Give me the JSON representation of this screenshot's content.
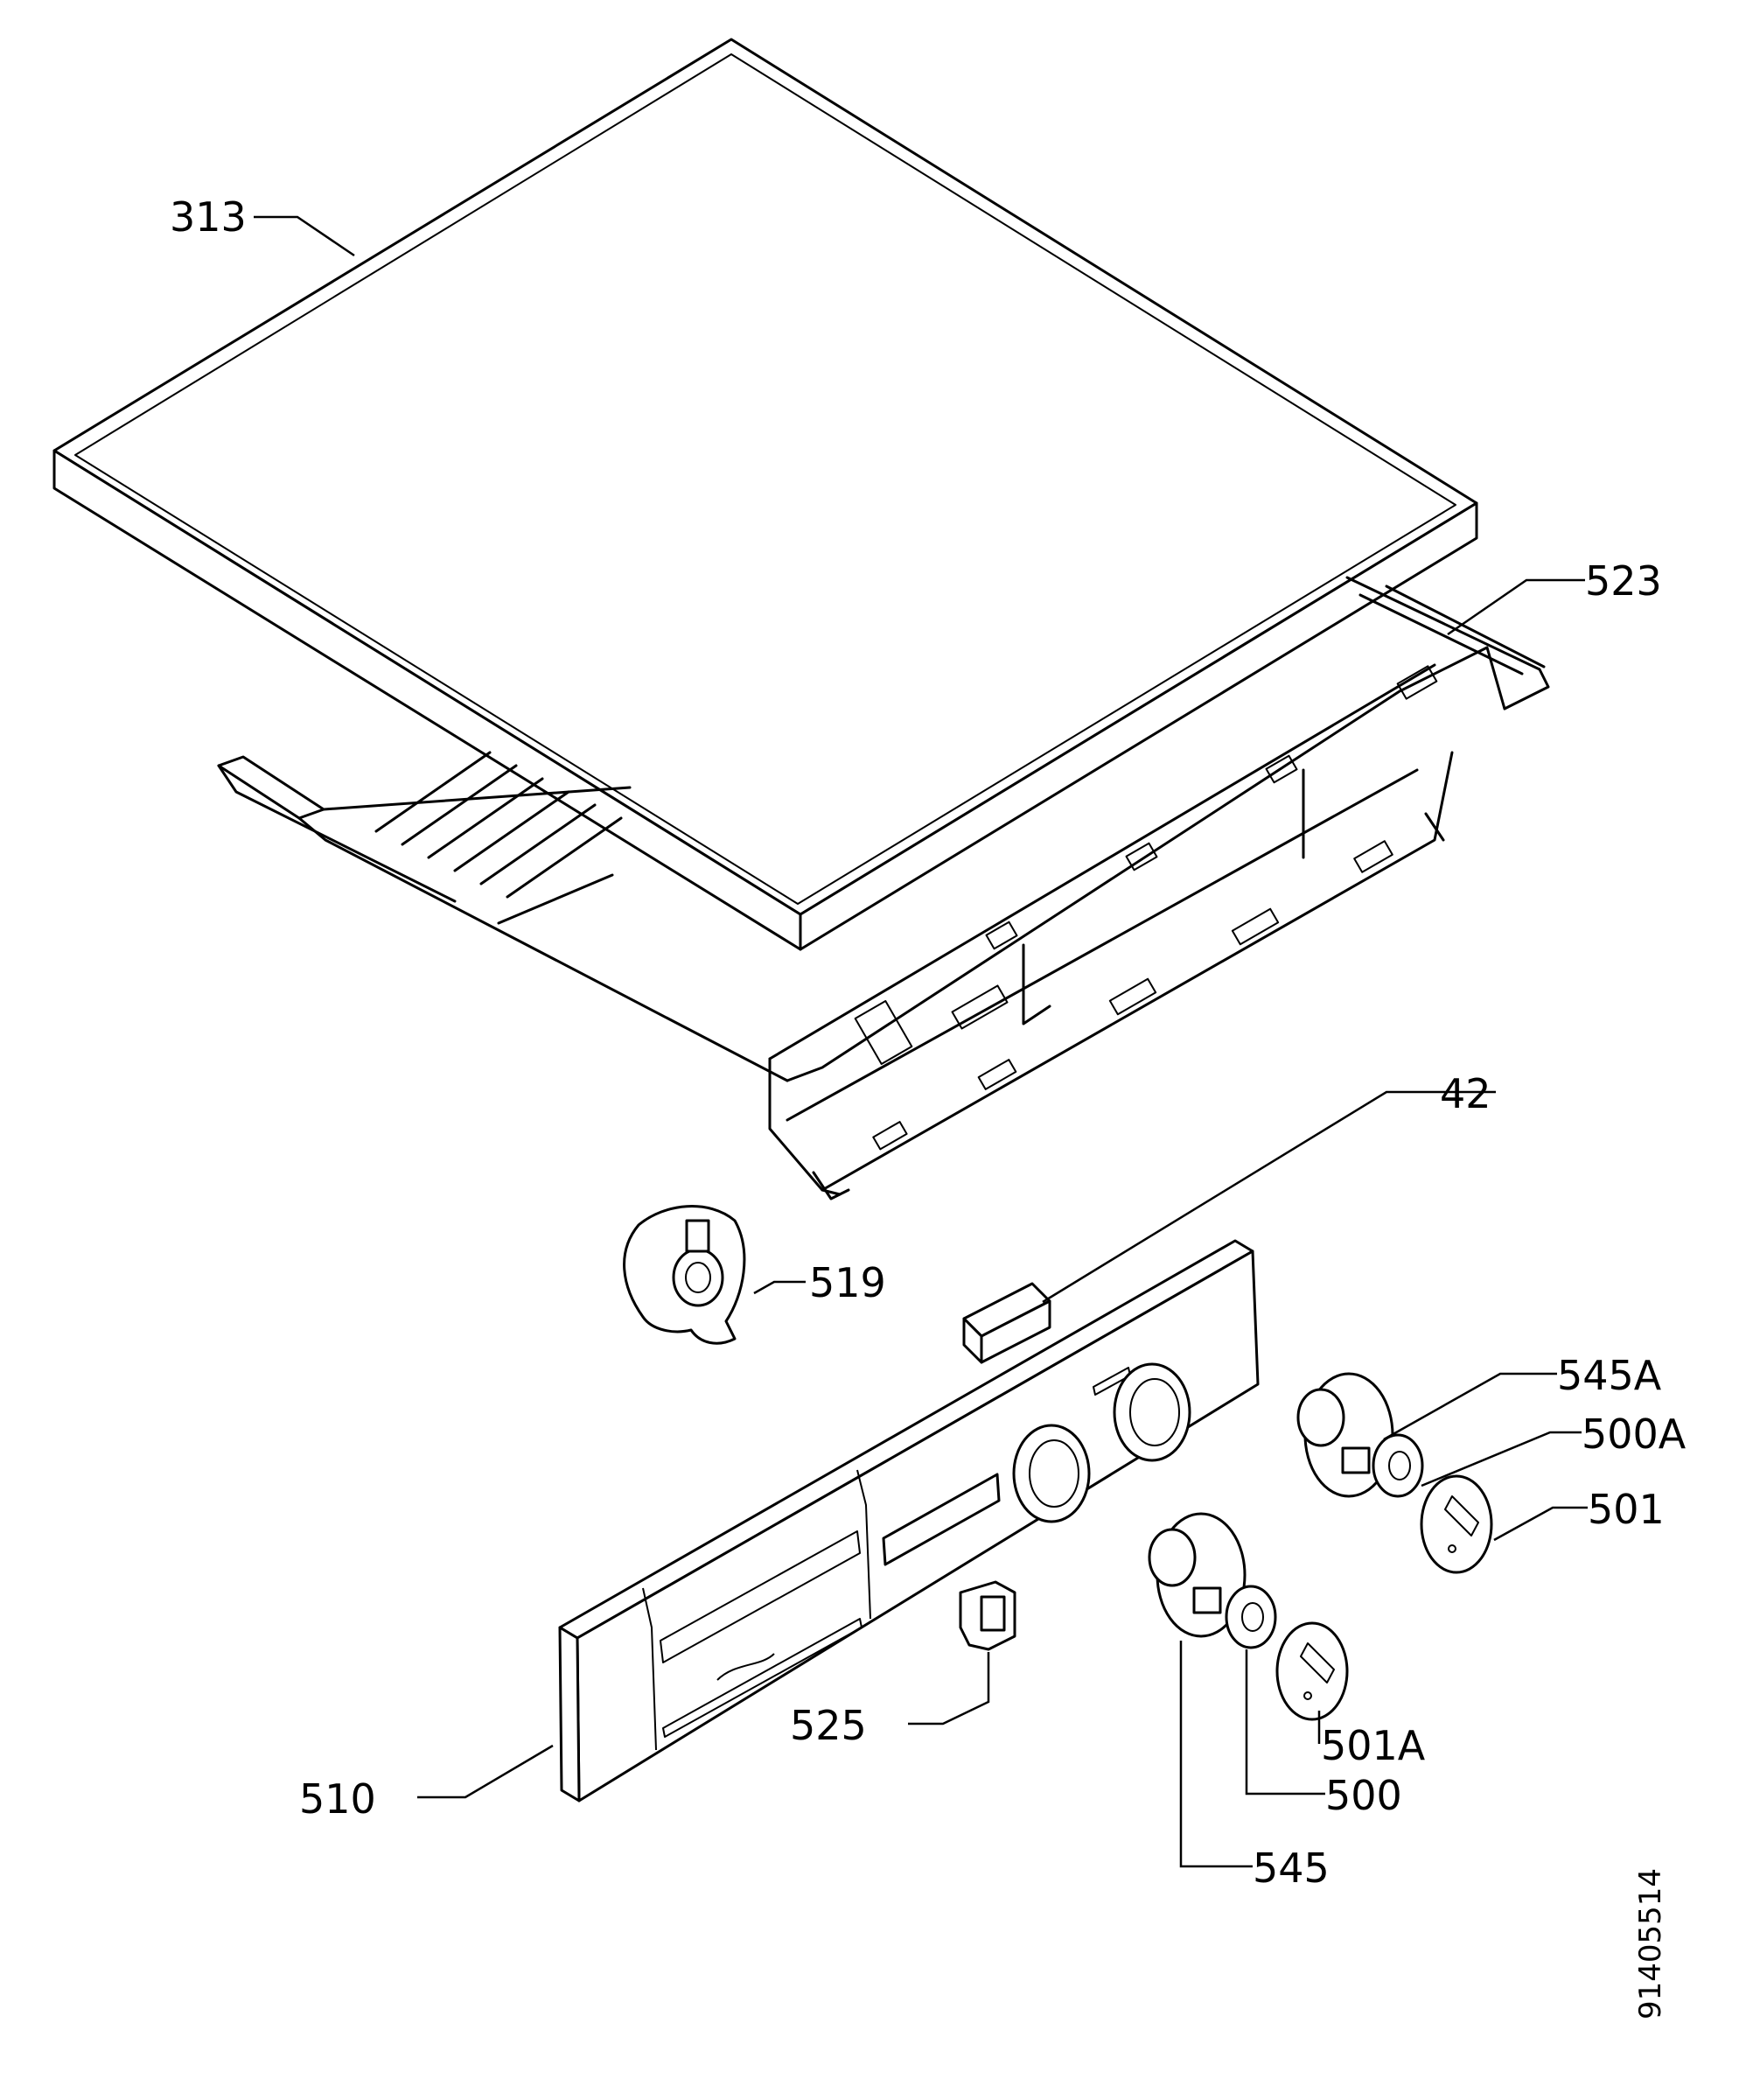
{
  "labels": {
    "p313": "313",
    "p523": "523",
    "p42": "42",
    "p519": "519",
    "p545A": "545A",
    "p500A": "500A",
    "p501": "501",
    "p525": "525",
    "p510": "510",
    "p501A": "501A",
    "p500": "500",
    "p545": "545"
  },
  "drawing_number": "91405514"
}
